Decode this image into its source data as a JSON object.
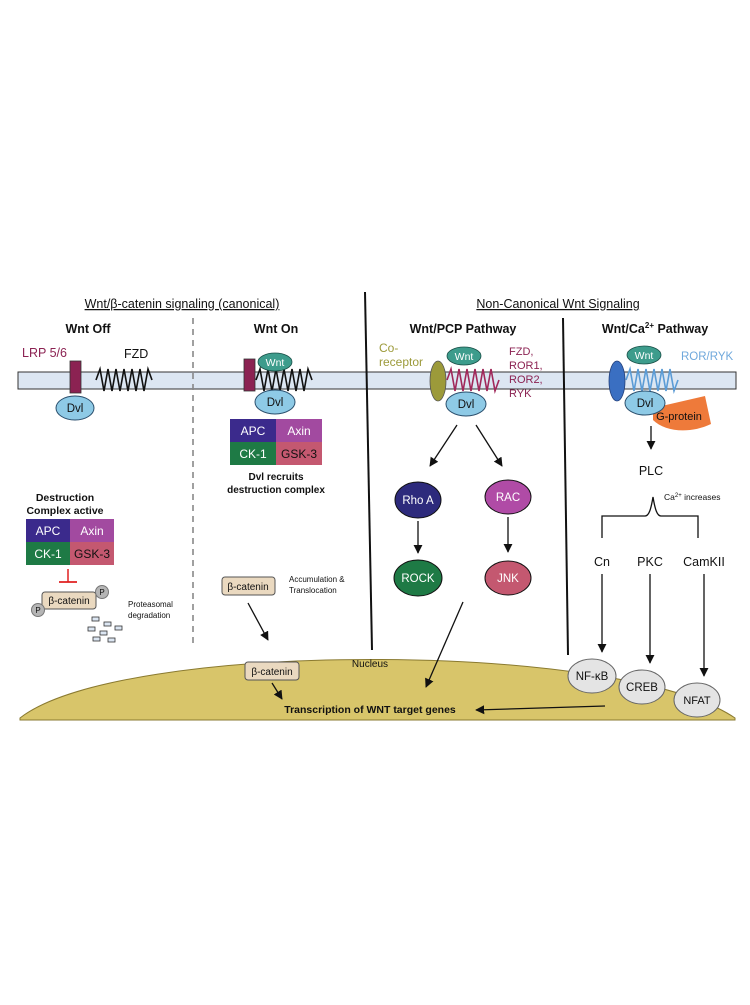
{
  "headers": {
    "canonical": "Wnt/β-catenin signaling (canonical)",
    "noncanonical": "Non-Canonical Wnt Signaling",
    "wnt_off": "Wnt Off",
    "wnt_on": "Wnt On",
    "pcp": "Wnt/PCP Pathway",
    "ca_prefix": "Wnt/Ca",
    "ca_sup": "2+",
    "ca_suffix": " Pathway"
  },
  "labels": {
    "lrp": "LRP 5/6",
    "fzd": "FZD",
    "dvl": "Dvl",
    "wnt": "Wnt",
    "apc": "APC",
    "axin": "Axin",
    "ck1": "CK-1",
    "gsk3": "GSK-3",
    "dvl_recruits_1": "Dvl recruits",
    "dvl_recruits_2": "destruction complex",
    "destruction_1": "Destruction",
    "destruction_2": "Complex active",
    "beta_catenin": "β-catenin",
    "p": "P",
    "proteasomal_1": "Proteasomal",
    "proteasomal_2": "degradation",
    "accumulation_1": "Accumulation &",
    "accumulation_2": "Translocation",
    "nucleus": "Nucleus",
    "transcription": "Transcription of WNT target genes",
    "coreceptor_1": "Co-",
    "coreceptor_2": "receptor",
    "fzd_list_1": "FZD,",
    "fzd_list_2": "ROR1,",
    "fzd_list_3": "ROR2,",
    "fzd_list_4": "RYK",
    "rho_a": "Rho A",
    "rac": "RAC",
    "rock": "ROCK",
    "jnk": "JNK",
    "ror_ryk": "ROR/RYK",
    "g_protein": "G-protein",
    "plc": "PLC",
    "ca_increase_sup": "2+",
    "ca_increase_prefix": "Ca",
    "ca_increase_suffix": " increases",
    "cn": "Cn",
    "pkc": "PKC",
    "camkii": "CamKII",
    "nfkb": "NF-κB",
    "creb": "CREB",
    "nfat": "NFAT"
  },
  "colors": {
    "membrane": "#dce6f2",
    "dvl": "#8ecae6",
    "wnt": "#3d9c8c",
    "lrp": "#8b2252",
    "apc": "#3b2a8c",
    "axin": "#a24aa0",
    "ck1": "#1e7a45",
    "gsk3": "#c45870",
    "nucleus": "#d8c56a",
    "coreceptor": "#9c9a3a",
    "pcp_spring": "#a0285a",
    "ca_spring": "#5b9bd5",
    "ca_receptor": "#3a6fc2",
    "gprotein": "#ee7a3a",
    "rho": "#2d2a7c",
    "rac": "#b04ba6",
    "rock": "#1e7a45",
    "jnk": "#c45870",
    "text_dark": "#222222",
    "lrp_text": "#8b2252",
    "ror_text": "#6fa8dc",
    "coreceptor_text": "#9c9a3a"
  }
}
